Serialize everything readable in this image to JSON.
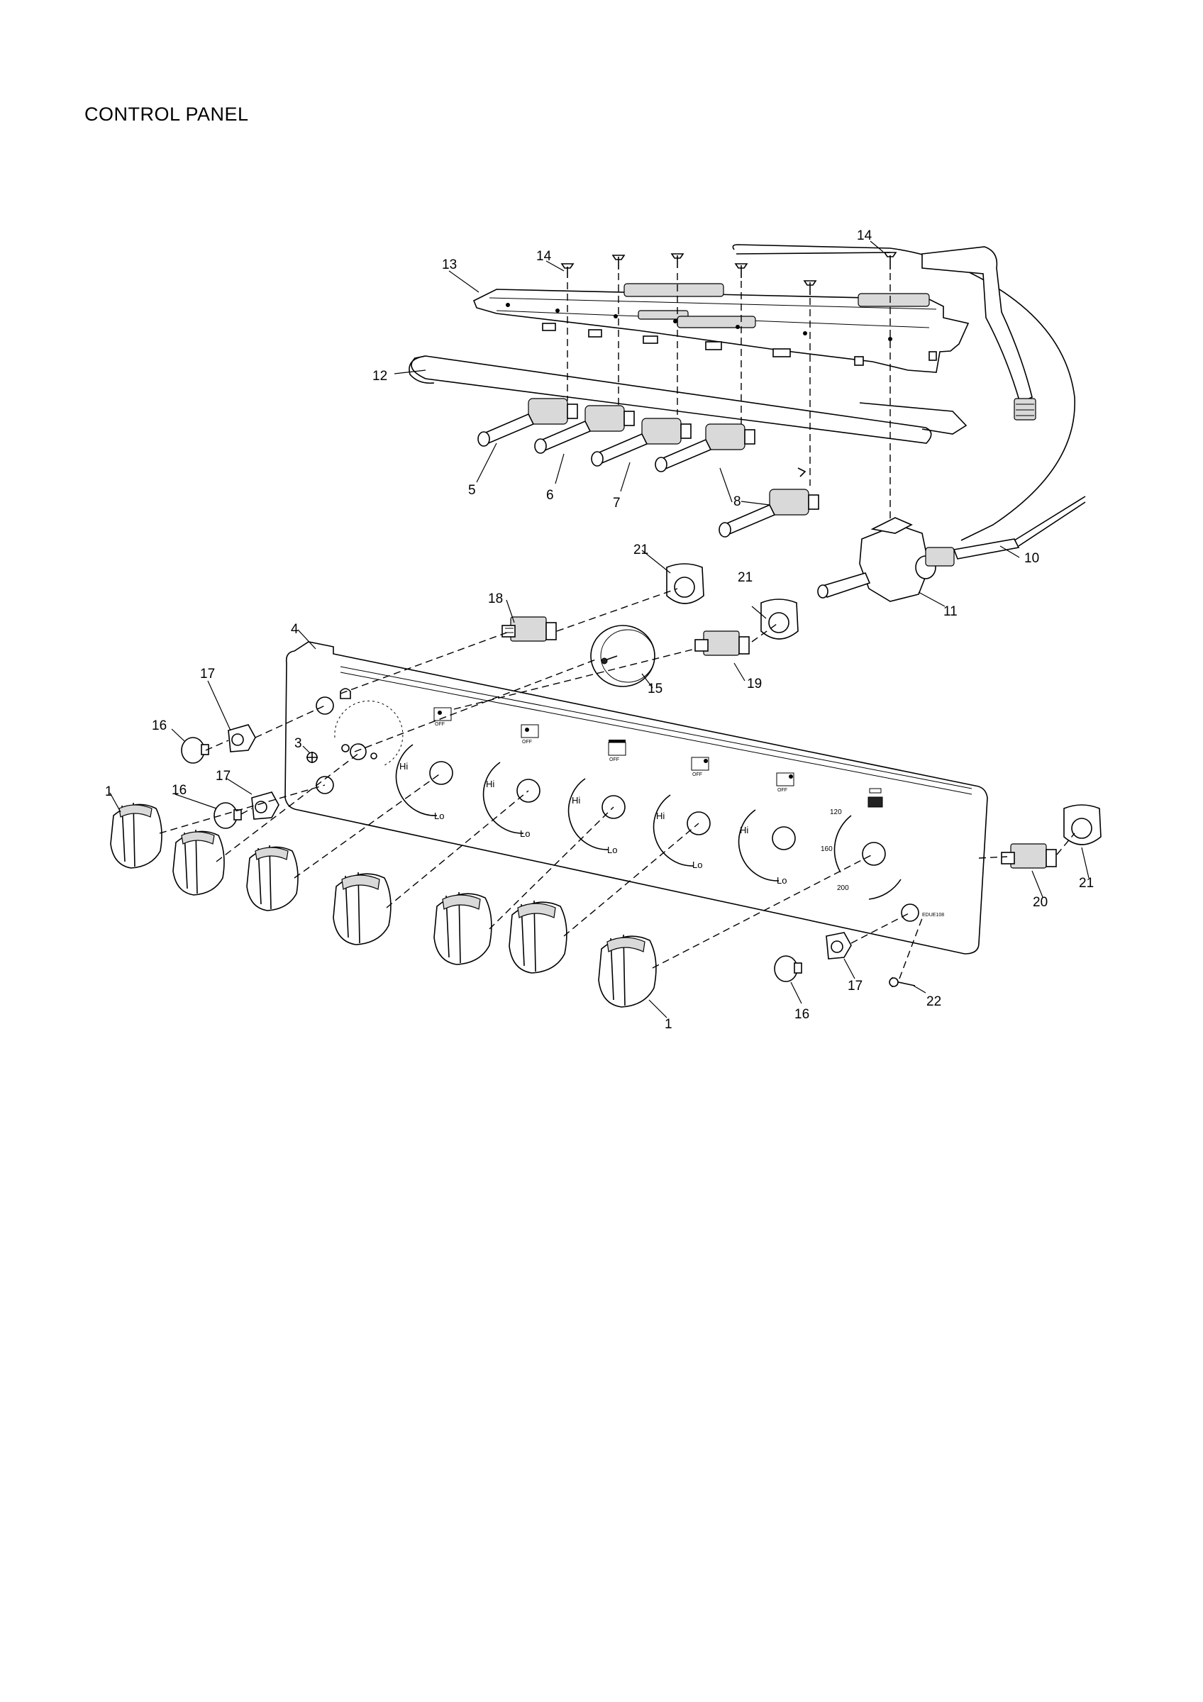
{
  "title": "CONTROL PANEL",
  "callouts": [
    "1",
    "3",
    "4",
    "5",
    "6",
    "7",
    "8",
    "10",
    "11",
    "12",
    "13",
    "14",
    "15",
    "16",
    "17",
    "18",
    "19",
    "20",
    "21",
    "22"
  ],
  "panel_markings": {
    "hi": "Hi",
    "lo": "Lo",
    "off": "OFF",
    "temps": [
      "120",
      "160",
      "200"
    ],
    "code": "EDUE108"
  }
}
